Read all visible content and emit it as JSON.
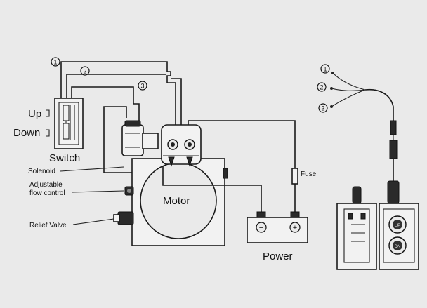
{
  "labels": {
    "up": "Up",
    "down": "Down",
    "switch": "Switch",
    "solenoid": "Solenoid",
    "adjustable": "Adjustable",
    "flow_control": "flow control",
    "relief_valve": "Relief Valve",
    "motor": "Motor",
    "power": "Power",
    "fuse": "Fuse",
    "minus": "−",
    "plus": "+"
  },
  "wire_numbers": [
    "1",
    "2",
    "3"
  ],
  "remote_wire_numbers": [
    "1",
    "2",
    "3"
  ],
  "remote_buttons": [
    "UP",
    "DN"
  ]
}
